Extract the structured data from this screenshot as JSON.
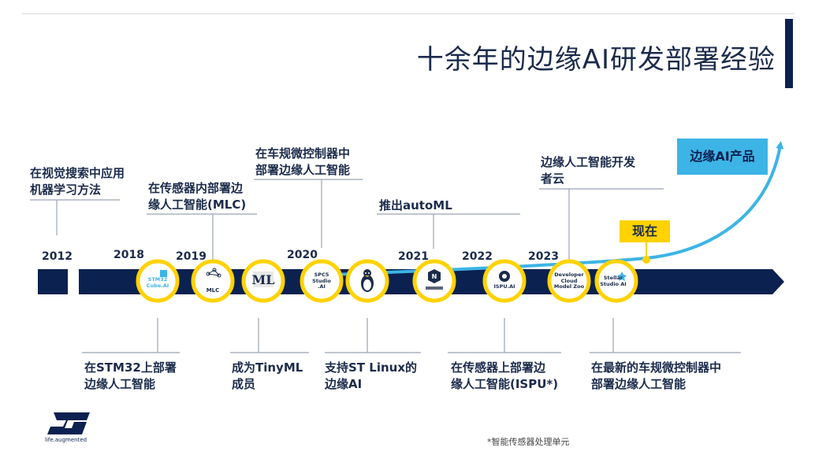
{
  "title": "十余年的边缘AI研发部署经验",
  "years": {
    "y2012": "2012",
    "y2018": "2018",
    "y2019": "2019",
    "y2020": "2020",
    "y2021": "2021",
    "y2022": "2022",
    "y2023": "2023"
  },
  "top_labels": {
    "ml_search": [
      "在视觉搜索中应用",
      "机器学习方法"
    ],
    "mlc": [
      "在传感器内部署边",
      "缘人工智能(MLC)"
    ],
    "auto_mcu": [
      "在车规微控制器中",
      "部署边缘人工智能"
    ],
    "automl": [
      "推出autoML"
    ],
    "dev_cloud": [
      "边缘人工智能开发",
      "者云"
    ]
  },
  "bottom_labels": {
    "stm32": [
      "在STM32上部署",
      "边缘人工智能"
    ],
    "tinyml": [
      "成为TinyML",
      "成员"
    ],
    "linux": [
      "支持ST Linux的",
      "边缘AI"
    ],
    "ispu": [
      "在传感器上部署边",
      "缘人工智能(ISPU*)"
    ],
    "latest_mcu": [
      "在最新的车规微控制器中",
      "部署边缘人工智能"
    ]
  },
  "nodes": {
    "cube_ai": [
      "STM32",
      "Cube.AI"
    ],
    "mlc": "MLC",
    "spc5": [
      "SPC5",
      "Studio",
      ".AI"
    ],
    "ispu": "ISPU.AI",
    "dev_cloud": [
      "Developer",
      "Cloud",
      "Model Zoo"
    ],
    "stellar": [
      "Stellar",
      "Studio AI"
    ]
  },
  "now_label": "现在",
  "product_label": "边缘AI产品",
  "footnote": "*智能传感器处理单元",
  "logo_sub": "life.augmented",
  "colors": {
    "navy": "#0b2150",
    "yellow": "#ffd200",
    "cyan": "#3cb4e6"
  }
}
